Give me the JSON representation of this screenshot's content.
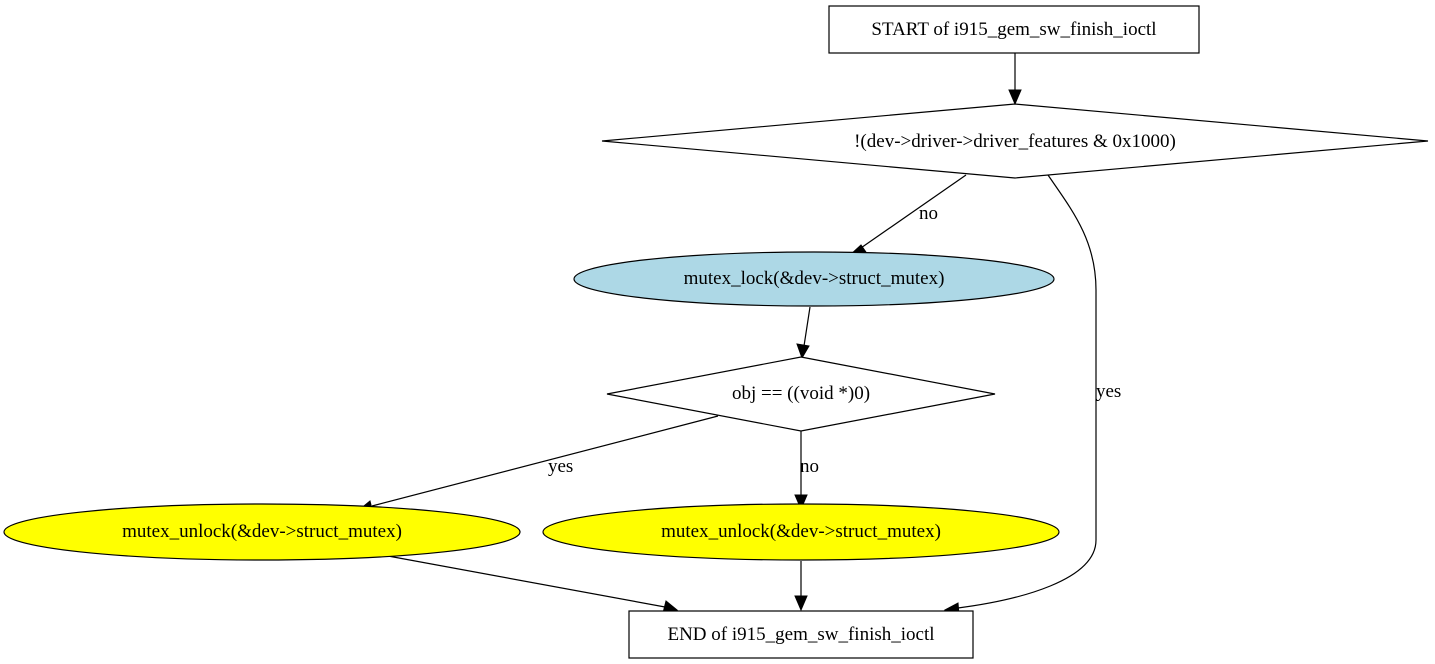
{
  "diagram": {
    "colors": {
      "process_fill": "#add8e6",
      "terminal_fill": "#ffff00",
      "box_fill": "#ffffff",
      "stroke": "#000000"
    },
    "nodes": {
      "start": "START of i915_gem_sw_finish_ioctl",
      "cond1": "!(dev->driver->driver_features & 0x1000)",
      "lock": "mutex_lock(&dev->struct_mutex)",
      "cond2": "obj == ((void *)0)",
      "unlock_yes": "mutex_unlock(&dev->struct_mutex)",
      "unlock_no": "mutex_unlock(&dev->struct_mutex)",
      "end": "END of i915_gem_sw_finish_ioctl"
    },
    "edge_labels": {
      "cond1_no": "no",
      "cond1_yes": "yes",
      "cond2_yes": "yes",
      "cond2_no": "no"
    }
  }
}
